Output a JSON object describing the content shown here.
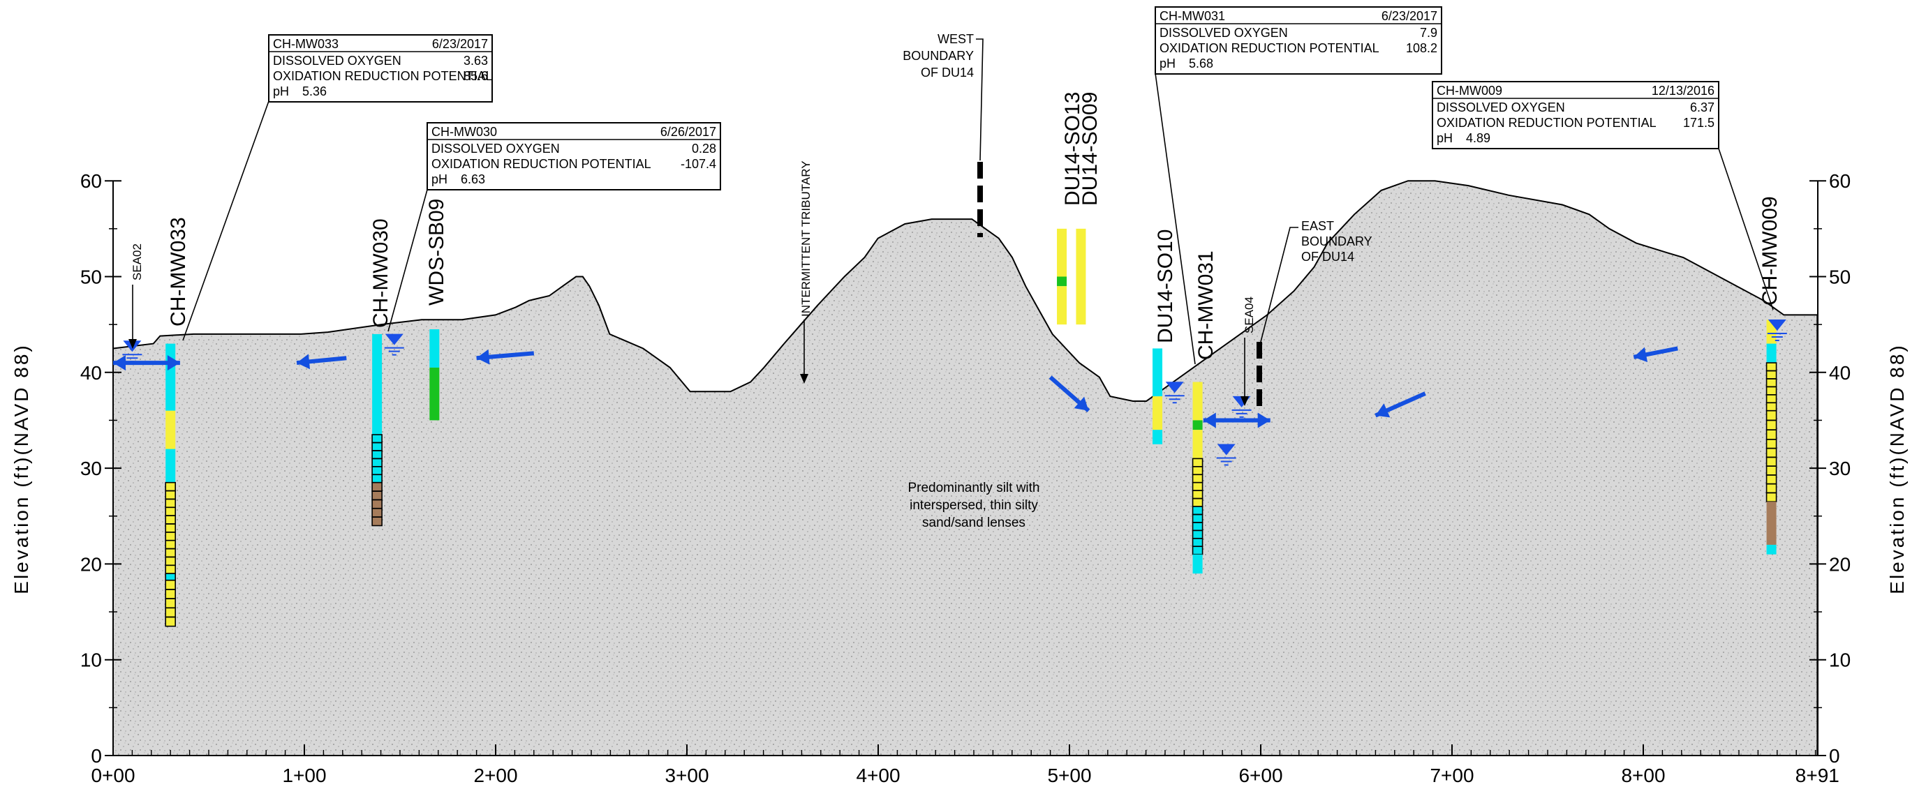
{
  "axes": {
    "y_label": "Elevation (ft)(NAVD 88)",
    "y_ticks": [
      "0",
      "10",
      "20",
      "30",
      "40",
      "50",
      "60"
    ],
    "x_ticks": [
      "0+00",
      "1+00",
      "2+00",
      "3+00",
      "4+00",
      "5+00",
      "6+00",
      "7+00",
      "8+00",
      "8+91"
    ]
  },
  "boreholes": [
    {
      "id": "CH-MW033",
      "label": "CH-MW033",
      "station": 30
    },
    {
      "id": "CH-MW030",
      "label": "CH-MW030",
      "station": 138
    },
    {
      "id": "WDS-SB09",
      "label": "WDS-SB09",
      "station": 168
    },
    {
      "id": "DU14-SO13",
      "label": "DU14-SO13",
      "station": 496
    },
    {
      "id": "DU14-SO09",
      "label": "DU14-SO09",
      "station": 506
    },
    {
      "id": "DU14-SO10",
      "label": "DU14-SO10",
      "station": 546
    },
    {
      "id": "CH-MW031",
      "label": "CH-MW031",
      "station": 567
    },
    {
      "id": "CH-MW009",
      "label": "CH-MW009",
      "station": 867
    }
  ],
  "callouts": {
    "mw033": {
      "title": "CH-MW033",
      "date": "6/23/2017",
      "do_label": "DISSOLVED OXYGEN",
      "do_value": "3.63",
      "orp_label": "OXIDATION REDUCTION POTENTIAL",
      "orp_value": "85.6",
      "ph_label": "pH",
      "ph_value": "5.36"
    },
    "mw030": {
      "title": "CH-MW030",
      "date": "6/26/2017",
      "do_label": "DISSOLVED OXYGEN",
      "do_value": "0.28",
      "orp_label": "OXIDATION REDUCTION POTENTIAL",
      "orp_value": "-107.4",
      "ph_label": "pH",
      "ph_value": "6.63"
    },
    "mw031": {
      "title": "CH-MW031",
      "date": "6/23/2017",
      "do_label": "DISSOLVED OXYGEN",
      "do_value": "7.9",
      "orp_label": "OXIDATION REDUCTION POTENTIAL",
      "orp_value": "108.2",
      "ph_label": "pH",
      "ph_value": "5.68"
    },
    "mw009": {
      "title": "CH-MW009",
      "date": "12/13/2016",
      "do_label": "DISSOLVED OXYGEN",
      "do_value": "6.37",
      "orp_label": "OXIDATION REDUCTION POTENTIAL",
      "orp_value": "171.5",
      "ph_label": "pH",
      "ph_value": "4.89"
    }
  },
  "labels": {
    "sea02": "SEA02",
    "sea04": "SEA04",
    "tributary": "INTERMITTENT TRIBUTARY",
    "west_boundary": [
      "WEST",
      "BOUNDARY",
      "OF DU14"
    ],
    "east_boundary": [
      "EAST",
      "BOUNDARY",
      "OF DU14"
    ],
    "geology_note": [
      "Predominantly silt with",
      "interspersed, thin silty",
      "sand/sand lenses"
    ]
  },
  "colors": {
    "cyan": "#00e5ee",
    "yellow": "#f6f03a",
    "green": "#19c21f",
    "brown": "#a67c5b",
    "arrow_blue": "#1450e0",
    "ground_fill": "#d9d9d9"
  }
}
